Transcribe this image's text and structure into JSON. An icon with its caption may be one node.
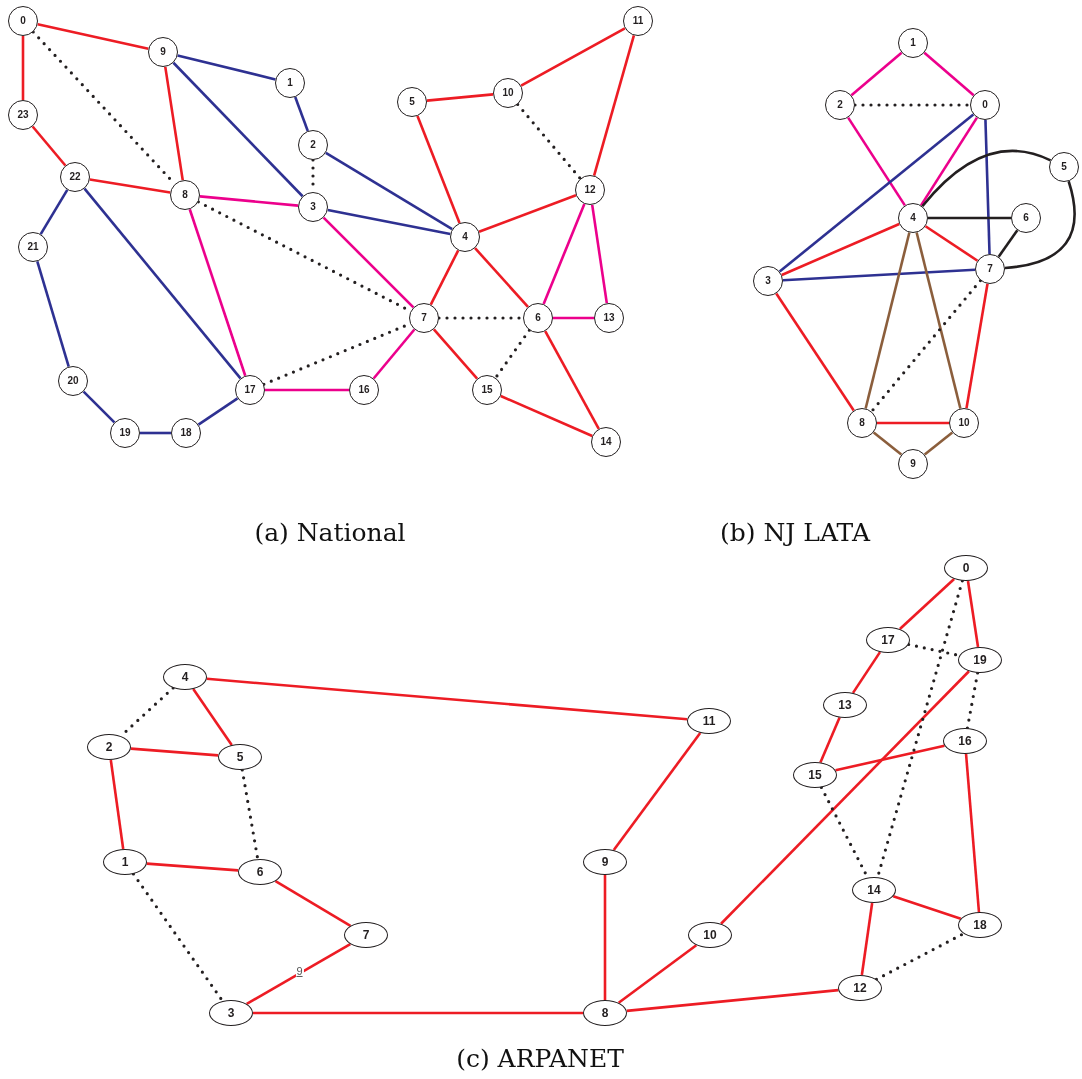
{
  "diagram": {
    "nodes": [
      {
        "text": [
          "0"
        ]
      },
      {
        "text": [
          "1"
        ]
      },
      {
        "text": [
          "2"
        ]
      },
      {
        "text": [
          "3"
        ]
      },
      {
        "text": [
          "4"
        ]
      },
      {
        "text": [
          "5"
        ]
      },
      {
        "text": [
          "6"
        ]
      },
      {
        "text": [
          "7"
        ]
      },
      {
        "text": [
          "8"
        ]
      },
      {
        "text": [
          "9"
        ]
      },
      {
        "text": [
          "10"
        ]
      },
      {
        "text": [
          "11"
        ]
      },
      {
        "text": [
          "12"
        ]
      },
      {
        "text": [
          "13"
        ]
      },
      {
        "text": [
          "14"
        ]
      },
      {
        "text": [
          "15"
        ]
      },
      {
        "text": [
          "16"
        ]
      },
      {
        "text": [
          "17"
        ]
      },
      {
        "text": [
          "18"
        ]
      },
      {
        "text": [
          "19"
        ]
      },
      {
        "text": [
          "20"
        ]
      },
      {
        "text": [
          "21"
        ]
      },
      {
        "text": [
          "22"
        ]
      },
      {
        "text": [
          "23"
        ]
      },
      {
        "text": [
          "0"
        ]
      },
      {
        "text": [
          "1"
        ]
      },
      {
        "text": [
          "2"
        ]
      },
      {
        "text": [
          "3"
        ]
      },
      {
        "text": [
          "4"
        ]
      },
      {
        "text": [
          "5"
        ]
      },
      {
        "text": [
          "6"
        ]
      },
      {
        "text": [
          "7"
        ]
      },
      {
        "text": [
          "8"
        ]
      },
      {
        "text": [
          "9"
        ]
      },
      {
        "text": [
          "10"
        ]
      },
      {
        "text": [
          "0"
        ]
      },
      {
        "text": [
          "1"
        ]
      },
      {
        "text": [
          "2"
        ]
      },
      {
        "text": [
          "3"
        ]
      },
      {
        "text": [
          "4"
        ]
      },
      {
        "text": [
          "5"
        ]
      },
      {
        "text": [
          "6"
        ]
      },
      {
        "text": [
          "7"
        ]
      },
      {
        "text": [
          "8"
        ]
      },
      {
        "text": [
          "9"
        ]
      },
      {
        "text": [
          "10"
        ]
      },
      {
        "text": [
          "11"
        ]
      },
      {
        "text": [
          "12"
        ]
      },
      {
        "text": [
          "13"
        ]
      },
      {
        "text": [
          "14"
        ]
      },
      {
        "text": [
          "15"
        ]
      },
      {
        "text": [
          "16"
        ]
      },
      {
        "text": [
          "17"
        ]
      },
      {
        "text": [
          "18"
        ]
      },
      {
        "text": [
          "19"
        ]
      }
    ],
    "edges": [
      {
        "from": 0,
        "to": 9,
        "arrow": "none"
      },
      {
        "from": 0,
        "to": 23,
        "arrow": "none"
      },
      {
        "from": 0,
        "to": 8,
        "arrow": "none",
        "style": "dashed",
        "color": "#231f20"
      },
      {
        "from": 9,
        "to": 1,
        "arrow": "none",
        "color": "#2e3192"
      },
      {
        "from": 9,
        "to": 3,
        "arrow": "none",
        "color": "#2e3192"
      },
      {
        "from": 9,
        "to": 8,
        "arrow": "none"
      },
      {
        "from": 1,
        "to": 2,
        "arrow": "none",
        "color": "#2e3192"
      },
      {
        "from": 2,
        "to": 3,
        "arrow": "none",
        "style": "dashed",
        "color": "#231f20"
      },
      {
        "from": 2,
        "to": 4,
        "arrow": "none",
        "color": "#2e3192"
      },
      {
        "from": 23,
        "to": 22,
        "arrow": "none"
      },
      {
        "from": 22,
        "to": 8,
        "arrow": "none"
      },
      {
        "from": 22,
        "to": 21,
        "arrow": "none",
        "color": "#2e3192"
      },
      {
        "from": 22,
        "to": 17,
        "arrow": "none",
        "color": "#2e3192"
      },
      {
        "from": 8,
        "to": 3,
        "arrow": "none",
        "color": "#ec008c"
      },
      {
        "from": 8,
        "to": 17,
        "arrow": "none",
        "color": "#ec008c"
      },
      {
        "from": 8,
        "to": 7,
        "arrow": "none",
        "style": "dashed",
        "color": "#231f20"
      },
      {
        "from": 3,
        "to": 4,
        "arrow": "none",
        "color": "#2e3192"
      },
      {
        "from": 3,
        "to": 7,
        "arrow": "none",
        "color": "#ec008c"
      },
      {
        "from": 21,
        "to": 20,
        "arrow": "none",
        "color": "#2e3192"
      },
      {
        "from": 20,
        "to": 19,
        "arrow": "none",
        "color": "#2e3192"
      },
      {
        "from": 19,
        "to": 18,
        "arrow": "none",
        "color": "#2e3192"
      },
      {
        "from": 18,
        "to": 17,
        "arrow": "none",
        "color": "#2e3192"
      },
      {
        "from": 17,
        "to": 16,
        "arrow": "none",
        "color": "#ec008c"
      },
      {
        "from": 17,
        "to": 7,
        "arrow": "none",
        "style": "dashed",
        "color": "#231f20"
      },
      {
        "from": 16,
        "to": 7,
        "arrow": "none",
        "color": "#ec008c"
      },
      {
        "from": 7,
        "to": 4,
        "arrow": "none"
      },
      {
        "from": 7,
        "to": 6,
        "arrow": "none",
        "style": "dashed",
        "color": "#231f20"
      },
      {
        "from": 7,
        "to": 15,
        "arrow": "none"
      },
      {
        "from": 4,
        "to": 5,
        "arrow": "none"
      },
      {
        "from": 4,
        "to": 12,
        "arrow": "none"
      },
      {
        "from": 4,
        "to": 6,
        "arrow": "none"
      },
      {
        "from": 5,
        "to": 10,
        "arrow": "none"
      },
      {
        "from": 10,
        "to": 11,
        "arrow": "none"
      },
      {
        "from": 10,
        "to": 12,
        "arrow": "none",
        "style": "dashed",
        "color": "#231f20"
      },
      {
        "from": 11,
        "to": 12,
        "arrow": "none"
      },
      {
        "from": 12,
        "to": 6,
        "arrow": "none",
        "color": "#ec008c"
      },
      {
        "from": 12,
        "to": 13,
        "arrow": "none",
        "color": "#ec008c"
      },
      {
        "from": 6,
        "to": 13,
        "arrow": "none",
        "color": "#ec008c"
      },
      {
        "from": 6,
        "to": 15,
        "arrow": "none",
        "style": "dashed",
        "color": "#231f20"
      },
      {
        "from": 6,
        "to": 14,
        "arrow": "none"
      },
      {
        "from": 15,
        "to": 14,
        "arrow": "none"
      },
      {
        "from": 25,
        "to": 26,
        "arrow": "none",
        "color": "#ec008c"
      },
      {
        "from": 25,
        "to": 24,
        "arrow": "none",
        "color": "#ec008c"
      },
      {
        "from": 26,
        "to": 24,
        "arrow": "none",
        "style": "dashed",
        "color": "#231f20"
      },
      {
        "from": 26,
        "to": 28,
        "arrow": "none",
        "color": "#ec008c"
      },
      {
        "from": 24,
        "to": 28,
        "arrow": "none",
        "color": "#ec008c"
      },
      {
        "from": 24,
        "to": 27,
        "arrow": "none",
        "color": "#2e3192"
      },
      {
        "from": 24,
        "to": 31,
        "arrow": "none",
        "color": "#2e3192"
      },
      {
        "from": 28,
        "to": 29,
        "arrow": "none",
        "color": "#231f20"
      },
      {
        "from": 29,
        "to": 31,
        "arrow": "none",
        "color": "#231f20"
      },
      {
        "from": 28,
        "to": 30,
        "arrow": "none",
        "color": "#231f20"
      },
      {
        "from": 30,
        "to": 31,
        "arrow": "none",
        "color": "#231f20"
      },
      {
        "from": 28,
        "to": 27,
        "arrow": "none"
      },
      {
        "from": 28,
        "to": 31,
        "arrow": "none"
      },
      {
        "from": 27,
        "to": 31,
        "arrow": "none",
        "color": "#2e3192"
      },
      {
        "from": 27,
        "to": 32,
        "arrow": "none"
      },
      {
        "from": 28,
        "to": 32,
        "arrow": "none",
        "color": "#8b5e3c"
      },
      {
        "from": 28,
        "to": 34,
        "arrow": "none",
        "color": "#8b5e3c"
      },
      {
        "from": 31,
        "to": 32,
        "arrow": "none",
        "style": "dashed",
        "color": "#231f20"
      },
      {
        "from": 31,
        "to": 34,
        "arrow": "none"
      },
      {
        "from": 32,
        "to": 34,
        "arrow": "none"
      },
      {
        "from": 32,
        "to": 33,
        "arrow": "none",
        "color": "#8b5e3c"
      },
      {
        "from": 34,
        "to": 33,
        "arrow": "none",
        "color": "#8b5e3c"
      },
      {
        "from": 35,
        "to": 52,
        "arrow": "none"
      },
      {
        "from": 35,
        "to": 54,
        "arrow": "none"
      },
      {
        "from": 52,
        "to": 48,
        "arrow": "none"
      },
      {
        "from": 48,
        "to": 50,
        "arrow": "none"
      },
      {
        "from": 50,
        "to": 51,
        "arrow": "none"
      },
      {
        "from": 54,
        "to": 45,
        "arrow": "none"
      },
      {
        "from": 51,
        "to": 53,
        "arrow": "none"
      },
      {
        "from": 49,
        "to": 53,
        "arrow": "none"
      },
      {
        "from": 49,
        "to": 47,
        "arrow": "none"
      },
      {
        "from": 47,
        "to": 43,
        "arrow": "none"
      },
      {
        "from": 45,
        "to": 43,
        "arrow": "none"
      },
      {
        "from": 44,
        "to": 43,
        "arrow": "none"
      },
      {
        "from": 44,
        "to": 46,
        "arrow": "none"
      },
      {
        "from": 46,
        "to": 39,
        "arrow": "none"
      },
      {
        "from": 39,
        "to": 40,
        "arrow": "none"
      },
      {
        "from": 37,
        "to": 40,
        "arrow": "none"
      },
      {
        "from": 37,
        "to": 36,
        "arrow": "none"
      },
      {
        "from": 36,
        "to": 41,
        "arrow": "none"
      },
      {
        "from": 41,
        "to": 42,
        "arrow": "none"
      },
      {
        "from": 42,
        "to": 38,
        "arrow": "none",
        "label": "9"
      },
      {
        "from": 38,
        "to": 43,
        "arrow": "none"
      },
      {
        "from": 39,
        "to": 37,
        "arrow": "none",
        "style": "dashed",
        "color": "#231f20"
      },
      {
        "from": 40,
        "to": 41,
        "arrow": "none",
        "style": "dashed",
        "color": "#231f20"
      },
      {
        "from": 36,
        "to": 38,
        "arrow": "none",
        "style": "dashed",
        "color": "#231f20"
      },
      {
        "from": 47,
        "to": 53,
        "arrow": "none",
        "style": "dashed",
        "color": "#231f20"
      },
      {
        "from": 35,
        "to": 49,
        "arrow": "none",
        "style": "dashed",
        "color": "#231f20"
      },
      {
        "from": 52,
        "to": 54,
        "arrow": "none",
        "style": "dashed",
        "color": "#231f20"
      },
      {
        "from": 54,
        "to": 51,
        "arrow": "none",
        "style": "dashed",
        "color": "#231f20"
      },
      {
        "from": 50,
        "to": 49,
        "arrow": "none",
        "style": "dashed",
        "color": "#231f20"
      }
    ],
    "labels": [
      "(a) National",
      "(b) NJ LATA",
      "(c) ARPANET"
    ]
  }
}
